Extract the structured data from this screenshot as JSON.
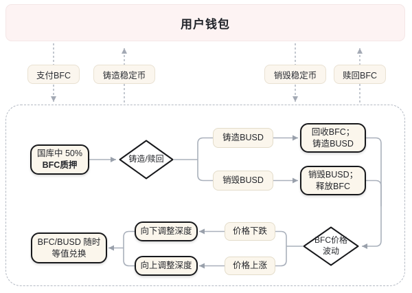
{
  "wallet": {
    "label": "用户钱包"
  },
  "transfers": [
    {
      "id": "pay-bfc",
      "label": "支付BFC"
    },
    {
      "id": "mint-stablecoin",
      "label": "铸造稳定币"
    },
    {
      "id": "burn-stablecoin",
      "label": "销毁稳定币"
    },
    {
      "id": "redeem-bfc",
      "label": "赎回BFC"
    }
  ],
  "nodes": {
    "treasury_line1": "国库中 50%",
    "treasury_line2": "BFC质押",
    "mint_redeem": "铸造/赎回",
    "mint_busd": "铸造BUSD",
    "burn_busd": "销毁BUSD",
    "recover_line1": "回收BFC；",
    "recover_line2": "铸造BUSD",
    "release_line1": "销毁BUSD；",
    "release_line2": "释放BFC",
    "price_line1": "BFC价格",
    "price_line2": "波动",
    "price_down": "价格下跌",
    "price_up": "价格上涨",
    "adjust_down": "向下调整深度",
    "adjust_up": "向上调整深度",
    "swap_line1": "BFC/BUSD 随时",
    "swap_line2": "等值兑换"
  },
  "colors": {
    "wallet_bg": "#fdf3f3",
    "chip_bg": "#fbf6ee",
    "node_bg": "#fbf6ec",
    "node_border_light": "#e3dcca",
    "node_border_dark": "#17181b",
    "connector": "#a9b0bb",
    "dashed": "#b3b9c3",
    "text": "#1f2228"
  }
}
